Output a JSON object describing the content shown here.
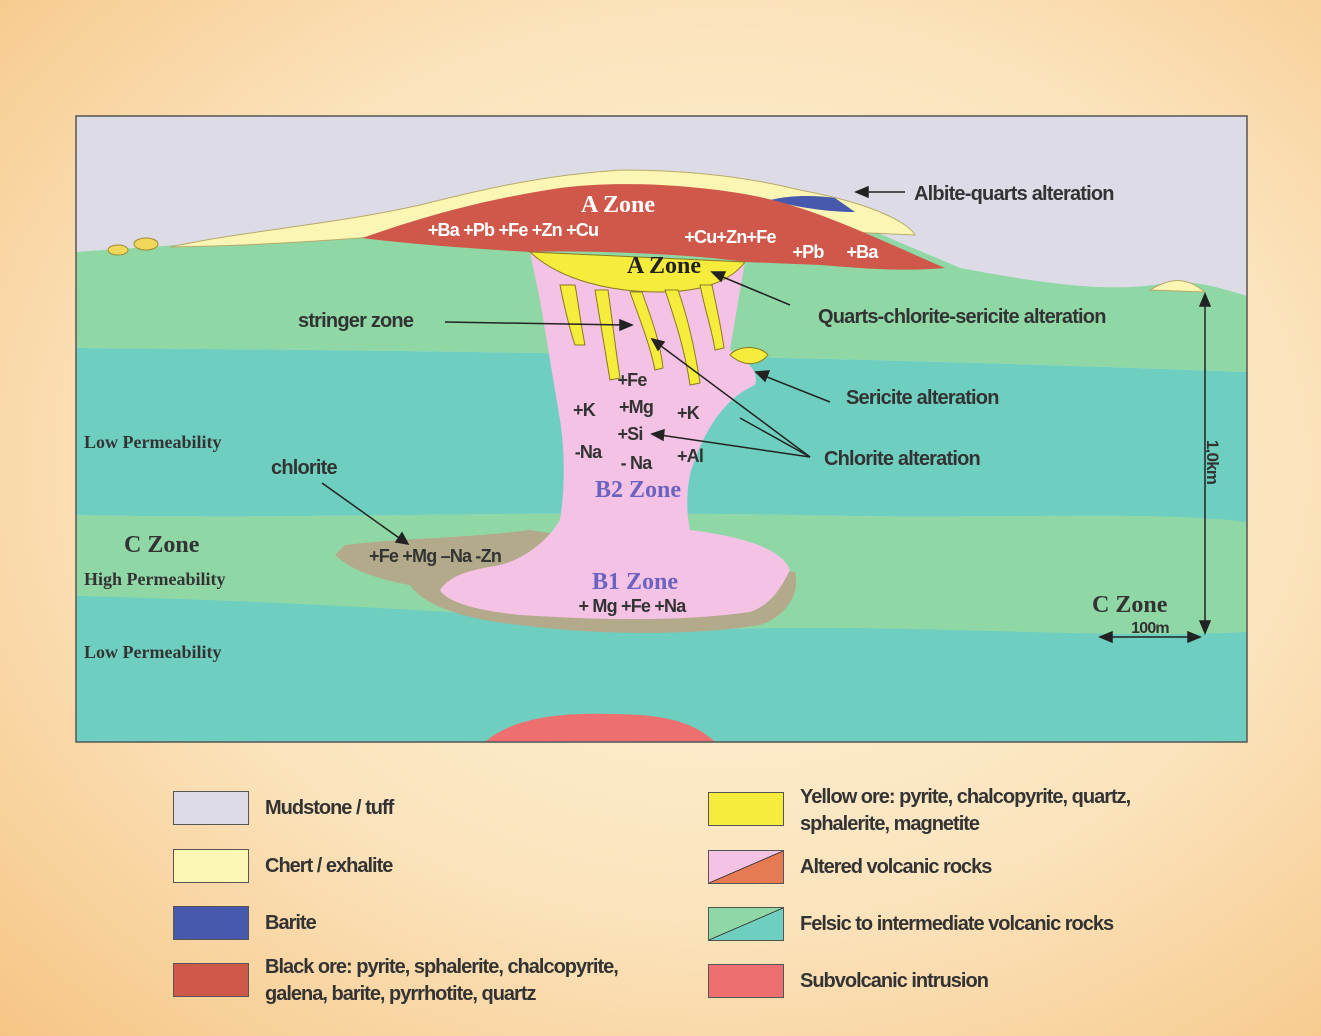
{
  "labels": {
    "a_zone_top": "A Zone",
    "a_zone_elements_left": "+Ba +Pb +Fe +Zn +Cu",
    "a_zone_elements_right1": "+Cu+Zn+Fe",
    "a_zone_elements_right2": "+Pb",
    "a_zone_elements_right3": "+Ba",
    "a_zone_inner": "A Zone",
    "albite_alteration": "Albite-quarts alteration",
    "qcs_alteration": "Quarts-chlorite-sericite alteration",
    "stringer_zone": "stringer zone",
    "sericite_alteration": "Sericite alteration",
    "chlorite_alteration": "Chlorite alteration",
    "low_permeability_upper": "Low Permeability",
    "chlorite": "chlorite",
    "c_zone_left": "C Zone",
    "high_permeability": "High Permeability",
    "low_permeability_lower": "Low Permeability",
    "c_zone_right": "C Zone",
    "scale_100m": "100m",
    "scale_1km": "1,0km",
    "b2_zone": "B2 Zone",
    "b1_zone": "B1 Zone",
    "el_fe": "+Fe",
    "el_k_left": "+K",
    "el_mg": "+Mg",
    "el_k_right": "+K",
    "el_si": "+Si",
    "el_na_left": "-Na",
    "el_na_mid": "- Na",
    "el_al": "+Al",
    "c_zone_elements": "+Fe +Mg –Na -Zn",
    "b1_elements": "+ Mg +Fe +Na"
  },
  "legend": {
    "mudstone": "Mudstone / tuff",
    "chert": "Chert / exhalite",
    "barite": "Barite",
    "black_ore_line1": "Black ore: pyrite, sphalerite, chalcopyrite,",
    "black_ore_line2": "galena, barite, pyrrhotite, quartz",
    "yellow_ore_line1": "Yellow ore: pyrite, chalcopyrite, quartz,",
    "yellow_ore_line2": "sphalerite, magnetite",
    "altered": "Altered volcanic rocks",
    "felsic": "Felsic to intermediate volcanic rocks",
    "intrusion": "Subvolcanic intrusion"
  },
  "colors": {
    "mudstone": "#dcdbe6",
    "chert": "#fbf6b4",
    "barite": "#4659ad",
    "black_ore": "#d0584a",
    "yellow_ore": "#f5ec3c",
    "altered_pink": "#f4c2e4",
    "altered_orange": "#e67a52",
    "felsic_green": "#8fd8a6",
    "felsic_teal": "#6ecfc0",
    "intrusion": "#ee6f70",
    "c_zone_brown": "#b2aa8a",
    "zone_blue_text": "#6c63c0"
  }
}
